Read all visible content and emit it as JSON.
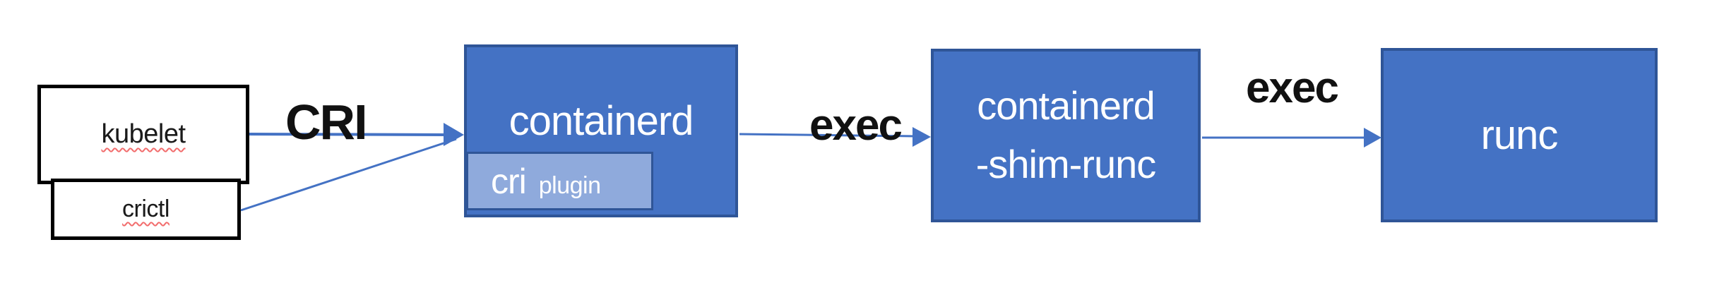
{
  "diagram": {
    "description": "Kubernetes container runtime flow diagram",
    "nodes": {
      "kubelet": {
        "label": "kubelet"
      },
      "crictl": {
        "label": "crictl"
      },
      "containerd": {
        "label": "containerd"
      },
      "cri_plugin": {
        "label_primary": "cri",
        "label_secondary": "plugin"
      },
      "shim": {
        "label_line1": "containerd",
        "label_line2": "-shim-runc"
      },
      "runc": {
        "label": "runc"
      }
    },
    "edges": {
      "kubelet_to_containerd": {
        "label": "CRI"
      },
      "crictl_to_containerd": {
        "label": ""
      },
      "containerd_to_shim": {
        "label": "exec"
      },
      "shim_to_runc": {
        "label": "exec"
      }
    }
  },
  "colors": {
    "canvas_bg": "#ffffff",
    "box_fill": "#4472c4",
    "box_border": "#2f5597",
    "subbox_fill": "#8faadc",
    "box_text": "#ffffff",
    "white_box_border": "#000000",
    "arrow": "#4472c4",
    "label_text": "#111111",
    "squiggle": "#f26d6d"
  }
}
